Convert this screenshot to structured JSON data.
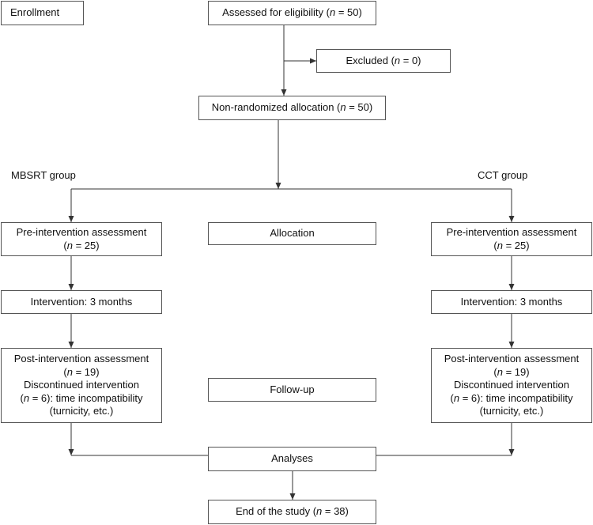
{
  "enrollment": {
    "label": "Enrollment"
  },
  "assessed": {
    "text_before": "Assessed for eligibility (",
    "n": "n",
    "text_after": " = 50)"
  },
  "excluded": {
    "text_before": "Excluded (",
    "n": "n",
    "text_after": " = 0)"
  },
  "nonrandomized": {
    "text_before": "Non-randomized allocation (",
    "n": "n",
    "text_after": " = 50)"
  },
  "groups": {
    "left_label": "MBSRT group",
    "right_label": "CCT group"
  },
  "stages": {
    "allocation": "Allocation",
    "follow_up": "Follow-up",
    "analyses": "Analyses"
  },
  "mbsrt": {
    "pre": {
      "title": "Pre-intervention assessment",
      "n_before": "(",
      "n": "n",
      "n_after": " = 25)"
    },
    "intervention": "Intervention: 3 months",
    "post": {
      "title": "Post-intervention assessment",
      "n_before": "(",
      "n": "n",
      "n_after": " = 19)",
      "discontinued": "Discontinued intervention",
      "disc_before": "(",
      "disc_n": "n",
      "disc_after": " = 6): time incompatibility",
      "reason": "(turnicity, etc.)"
    }
  },
  "cct": {
    "pre": {
      "title": "Pre-intervention assessment",
      "n_before": "(",
      "n": "n",
      "n_after": " = 25)"
    },
    "intervention": "Intervention: 3 months",
    "post": {
      "title": "Post-intervention assessment",
      "n_before": "(",
      "n": "n",
      "n_after": " = 19)",
      "discontinued": "Discontinued intervention",
      "disc_before": "(",
      "disc_n": "n",
      "disc_after": " = 6): time incompatibility",
      "reason": "(turnicity, etc.)"
    }
  },
  "end": {
    "text_before": "End of the study (",
    "n": "n",
    "text_after": " = 38)"
  },
  "colors": {
    "line": "#333333",
    "box_border": "#555555",
    "text": "#111111",
    "background": "#ffffff"
  }
}
